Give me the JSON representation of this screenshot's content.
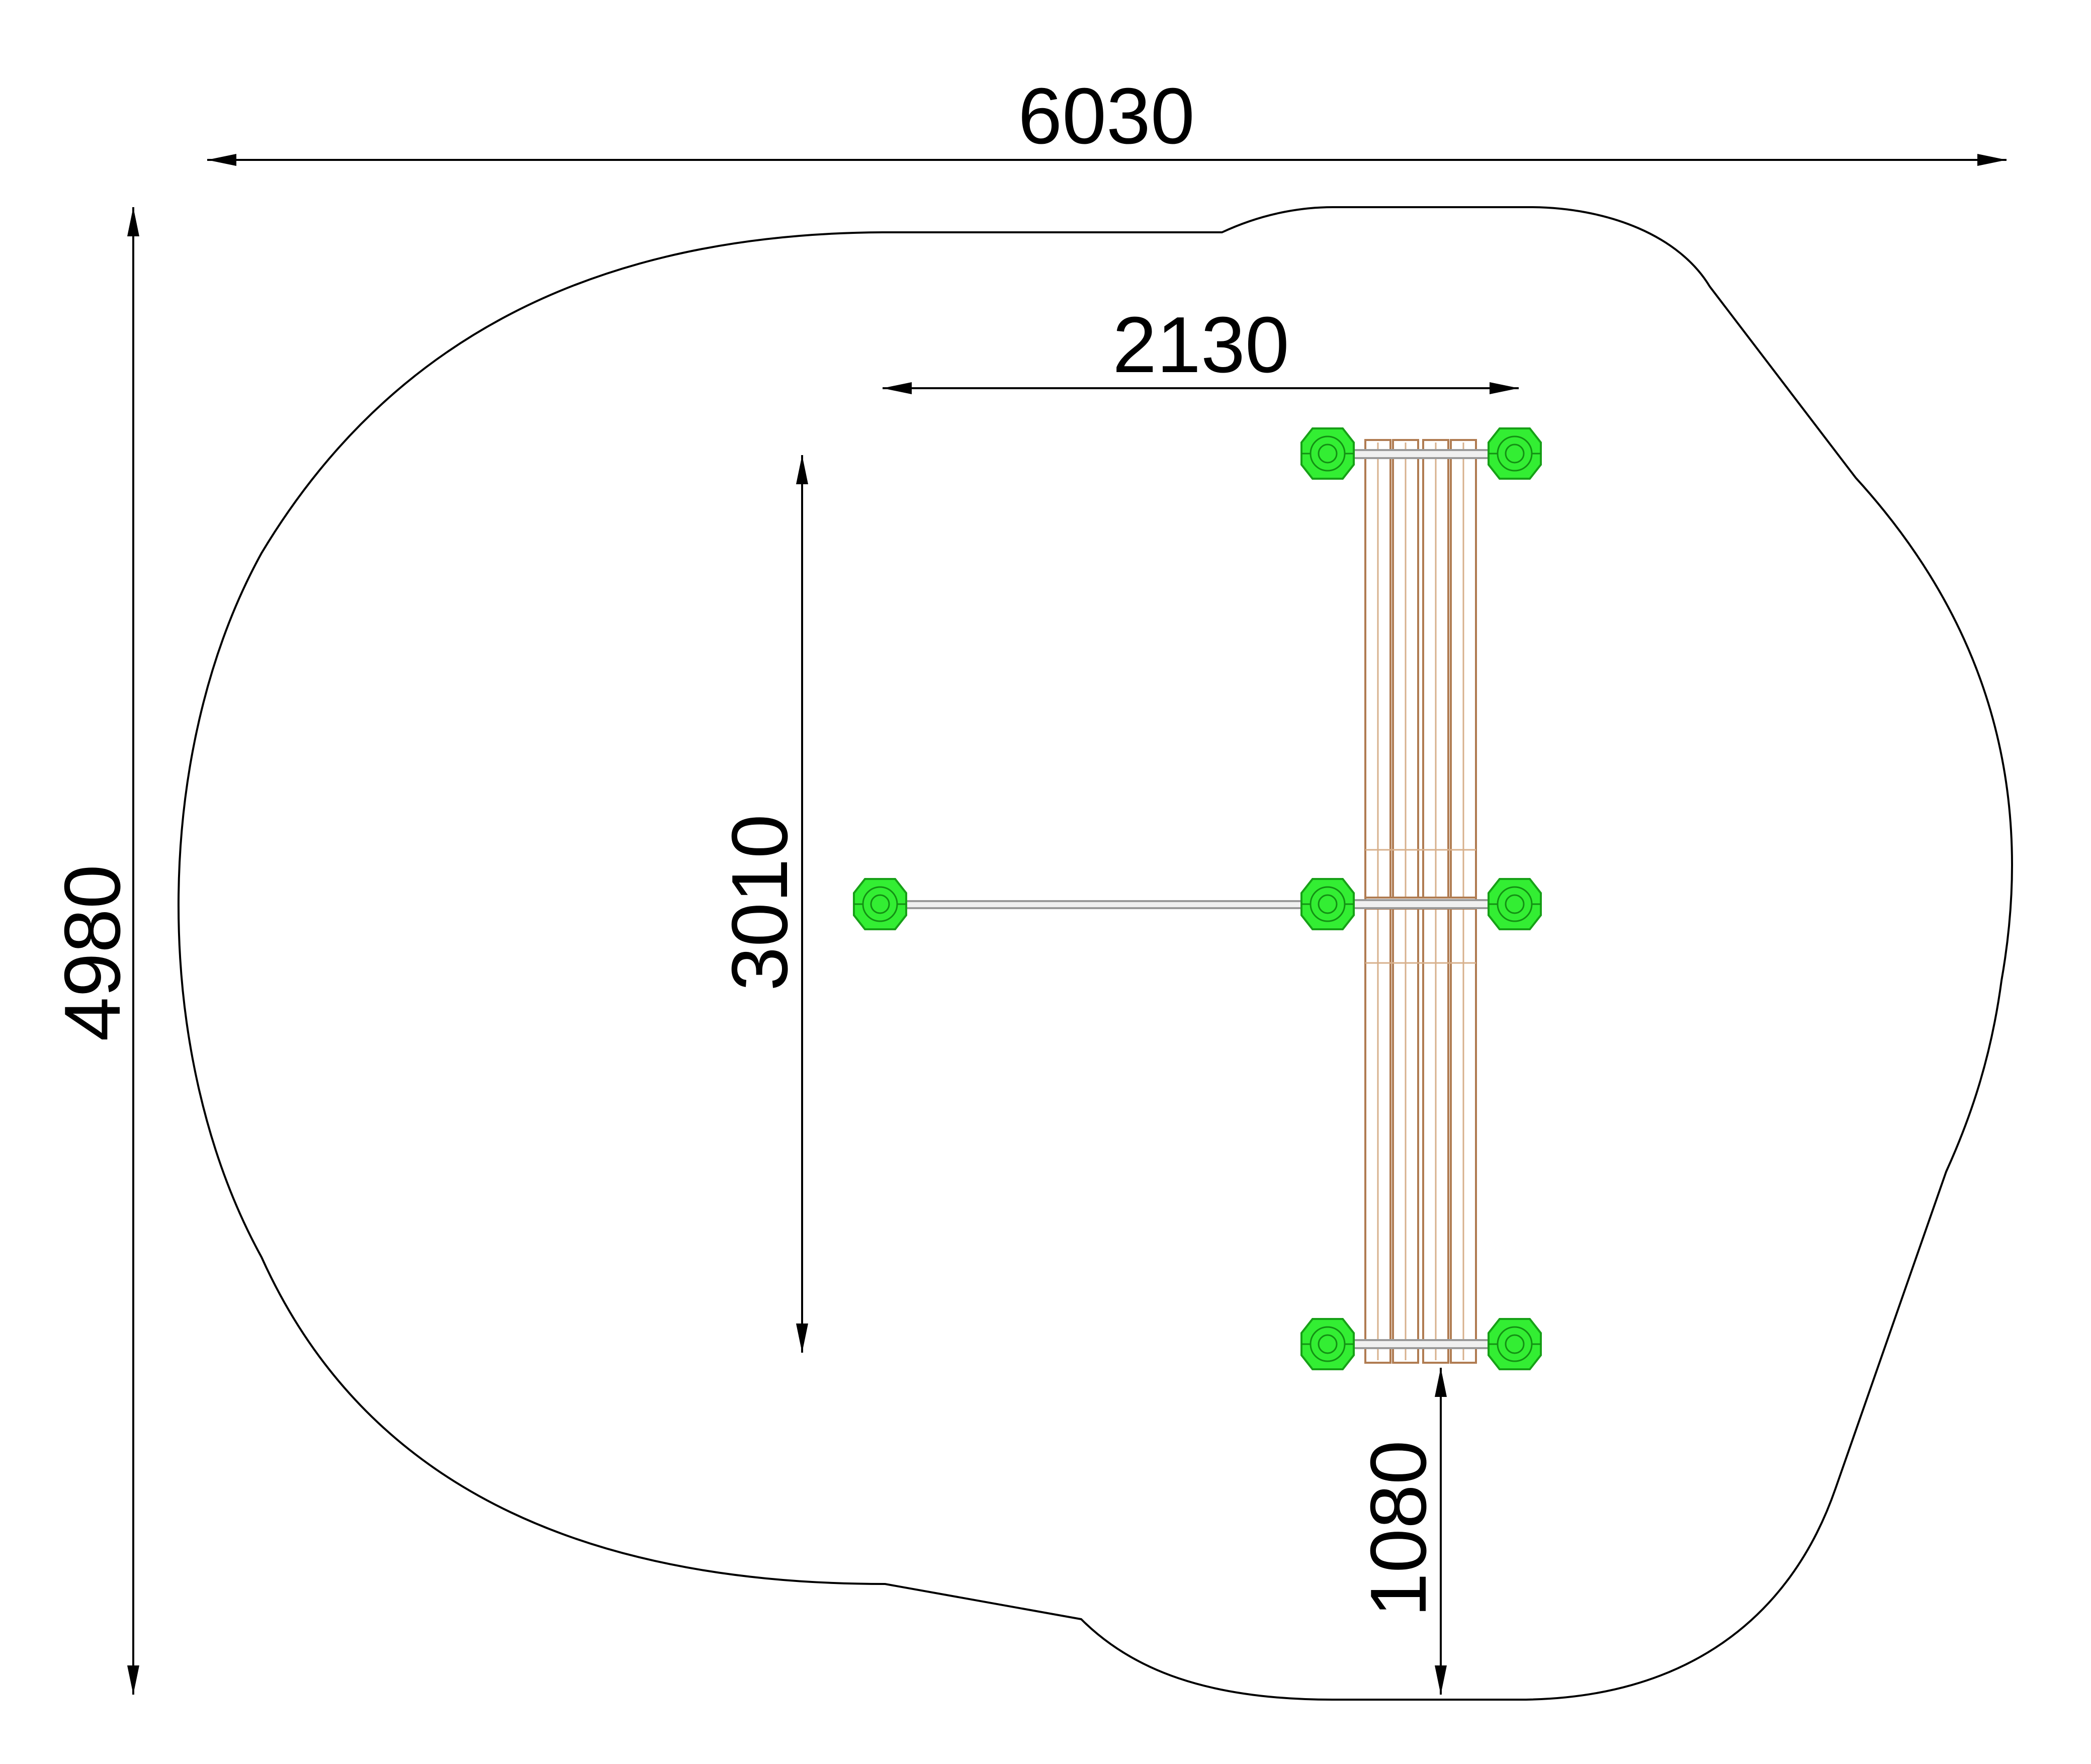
{
  "dimensions": {
    "overall_width": "6030",
    "overall_depth": "4980",
    "equipment_width": "2130",
    "equipment_length": "3010",
    "edge_clearance": "1080"
  },
  "colors": {
    "outline": "#000000",
    "post": "#33ee33",
    "post_stroke": "#17a017",
    "timber": "#b07c52",
    "rail": "#9a9a9a"
  },
  "icons": {
    "post": "post-cap-icon",
    "arrowhead": "arrowhead-icon"
  }
}
